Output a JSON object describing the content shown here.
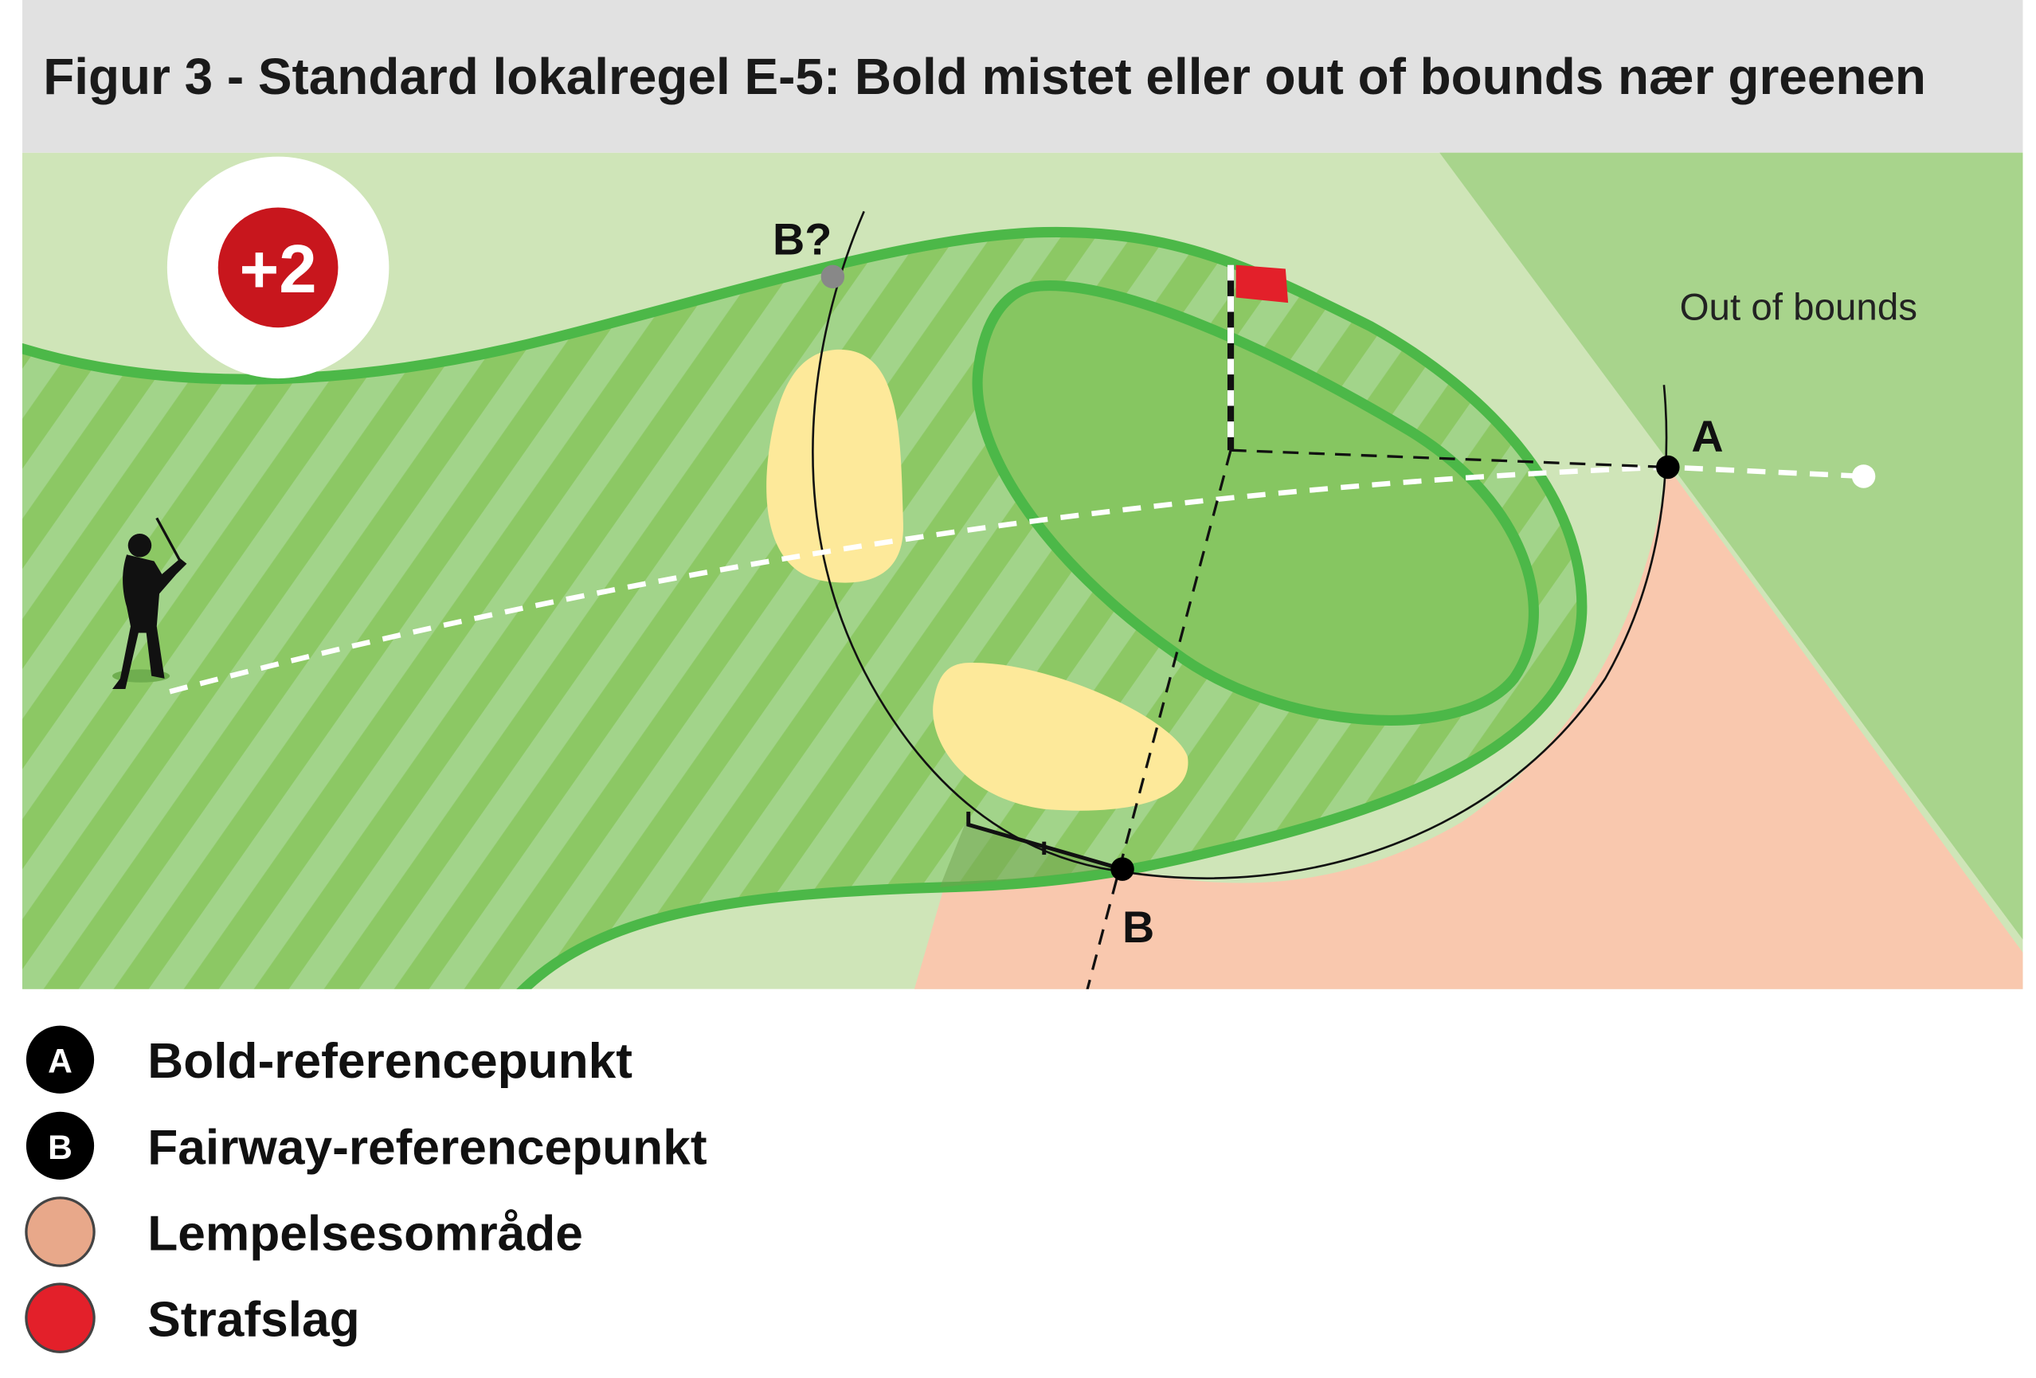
{
  "title": "Figur 3 - Standard lokalregel E-5: Bold mistet eller out of bounds nær greenen",
  "diagram": {
    "penalty_badge": "+2",
    "labels": {
      "b_question": "B?",
      "a": "A",
      "b": "B",
      "out_of_bounds": "Out of bounds"
    }
  },
  "legend": [
    {
      "symbol": "A",
      "label": "Bold-referencepunkt",
      "color": "#000000"
    },
    {
      "symbol": "B",
      "label": "Fairway-referencepunkt",
      "color": "#000000"
    },
    {
      "symbol": "",
      "label": "Lempelsesområde",
      "color": "#e8a88a"
    },
    {
      "symbol": "",
      "label": "Strafslag",
      "color": "#e3202a"
    }
  ],
  "colors": {
    "rough": "#cfe5b8",
    "out_of_bounds": "#a8d48c",
    "relief_area": "#f9c8ae",
    "fairway_border": "#4cb848",
    "green": "#86c661",
    "bunker": "#fde99a",
    "penalty": "#c8161d"
  }
}
